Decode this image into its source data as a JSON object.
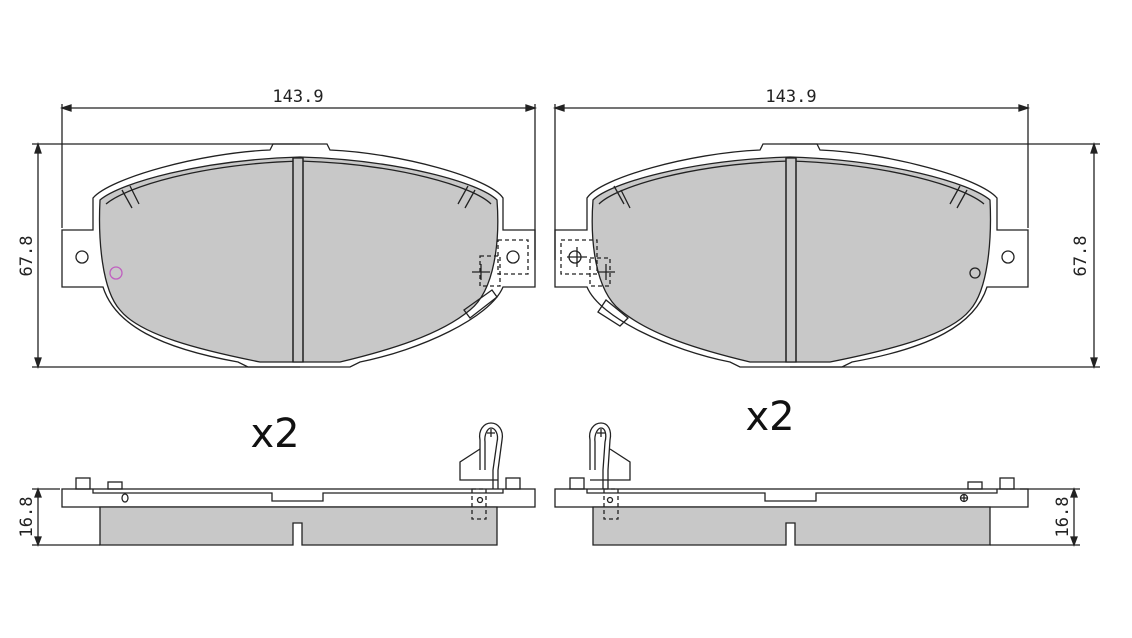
{
  "drawing": {
    "left_pad": {
      "width_label": "143.9",
      "height_label": "67.8",
      "thickness_label": "16.8",
      "quantity_label": "x2"
    },
    "right_pad": {
      "width_label": "143.9",
      "height_label": "67.8",
      "thickness_label": "16.8",
      "quantity_label": "x2"
    },
    "colors": {
      "friction": "#c8c8c8",
      "line": "#222222",
      "marker": "#c060c0"
    }
  }
}
